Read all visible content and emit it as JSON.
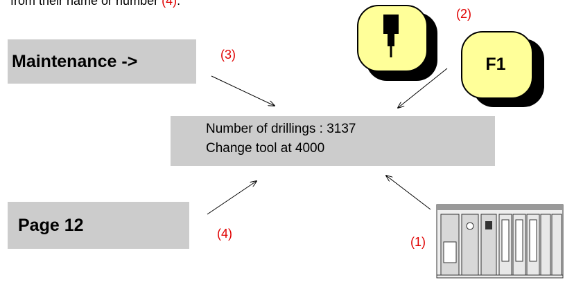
{
  "top_text": {
    "text": "from their name or number",
    "ref": "(4)",
    "end": "."
  },
  "maintenance": {
    "label": "Maintenance ->"
  },
  "page": {
    "label": "Page 12"
  },
  "display": {
    "line1": "Number of drillings : 3137",
    "line2": "Change tool at 4000"
  },
  "keys": {
    "f1_label": "F1",
    "tool_icon": "drill-tool-icon"
  },
  "refs": {
    "r1": "(1)",
    "r2": "(2)",
    "r3": "(3)",
    "r4": "(4)"
  },
  "colors": {
    "key_fill": "#ffff99",
    "box_gray": "#cccccc",
    "ref_red": "#e00000"
  }
}
